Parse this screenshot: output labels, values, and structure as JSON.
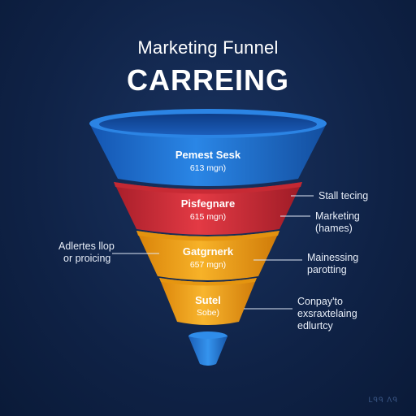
{
  "header": {
    "title": "Marketing Funnel",
    "subtitle": "CARREING"
  },
  "stages": [
    {
      "name": "Pemest Sesk",
      "value": "613 mgn)",
      "color": "#1f6fd1"
    },
    {
      "name": "Pisfegnare",
      "value": "615 mgn)",
      "color": "#d9303a"
    },
    {
      "name": "Gatgrnerk",
      "value": "657 mgn)",
      "color": "#f2a21a"
    },
    {
      "name": "Sutel",
      "value": "Sobe)",
      "color": "#f4a323"
    }
  ],
  "annotations": {
    "right": [
      {
        "lines": [
          "Stall tecing"
        ]
      },
      {
        "lines": [
          "Marketing",
          "(hames)"
        ]
      },
      {
        "lines": [
          "Mainessing",
          "parotting"
        ]
      },
      {
        "lines": [
          "Conpay'to",
          "exsraxtelaing",
          "edlurtcy"
        ]
      }
    ],
    "left": [
      {
        "lines": [
          "Adlertes llop",
          "or proicing"
        ]
      }
    ]
  },
  "colors": {
    "background": "#0f2246",
    "blue": "#1f6fd1",
    "red": "#d9303a",
    "orange": "#f2a21a",
    "yellow": "#f4a323",
    "spout": "#2a84e0"
  },
  "watermark": "ᒪᑫᑫ ᐱᑫ"
}
